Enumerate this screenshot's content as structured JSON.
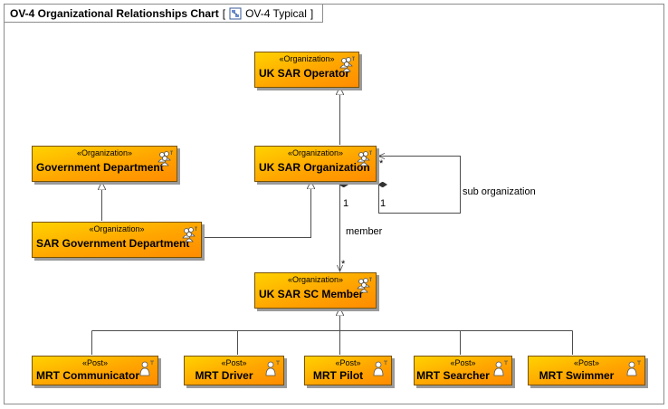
{
  "header": {
    "title": "OV-4 Organizational Relationships Chart",
    "bracket_open": "[",
    "diagram_type": "OV-4 Typical",
    "bracket_close": "]"
  },
  "nodes": {
    "uk_sar_operator": {
      "stereotype": "«Organization»",
      "name": "UK SAR Operator",
      "icon": "organization-icon"
    },
    "government_department": {
      "stereotype": "«Organization»",
      "name": "Government Department",
      "icon": "organization-icon"
    },
    "uk_sar_organization": {
      "stereotype": "«Organization»",
      "name": "UK SAR Organization",
      "icon": "organization-icon"
    },
    "sar_government_department": {
      "stereotype": "«Organization»",
      "name": "SAR Government Department",
      "icon": "organization-icon"
    },
    "uk_sar_sc_member": {
      "stereotype": "«Organization»",
      "name": "UK SAR SC Member",
      "icon": "organization-icon"
    },
    "mrt_communicator": {
      "stereotype": "«Post»",
      "name": "MRT Communicator",
      "icon": "post-icon"
    },
    "mrt_driver": {
      "stereotype": "«Post»",
      "name": "MRT Driver",
      "icon": "post-icon"
    },
    "mrt_pilot": {
      "stereotype": "«Post»",
      "name": "MRT Pilot",
      "icon": "post-icon"
    },
    "mrt_searcher": {
      "stereotype": "«Post»",
      "name": "MRT Searcher",
      "icon": "post-icon"
    },
    "mrt_swimmer": {
      "stereotype": "«Post»",
      "name": "MRT Swimmer",
      "icon": "post-icon"
    }
  },
  "edges": {
    "member": {
      "label": "member",
      "source_multiplicity": "1",
      "target_multiplicity": "*"
    },
    "sub_organization": {
      "label": "sub organization",
      "source_multiplicity": "1",
      "target_multiplicity": "*"
    }
  },
  "colors": {
    "node_fill_light": "#ffd200",
    "node_fill_dark": "#ff8c00",
    "node_border": "#7a5200",
    "line": "#4d4d4d"
  }
}
